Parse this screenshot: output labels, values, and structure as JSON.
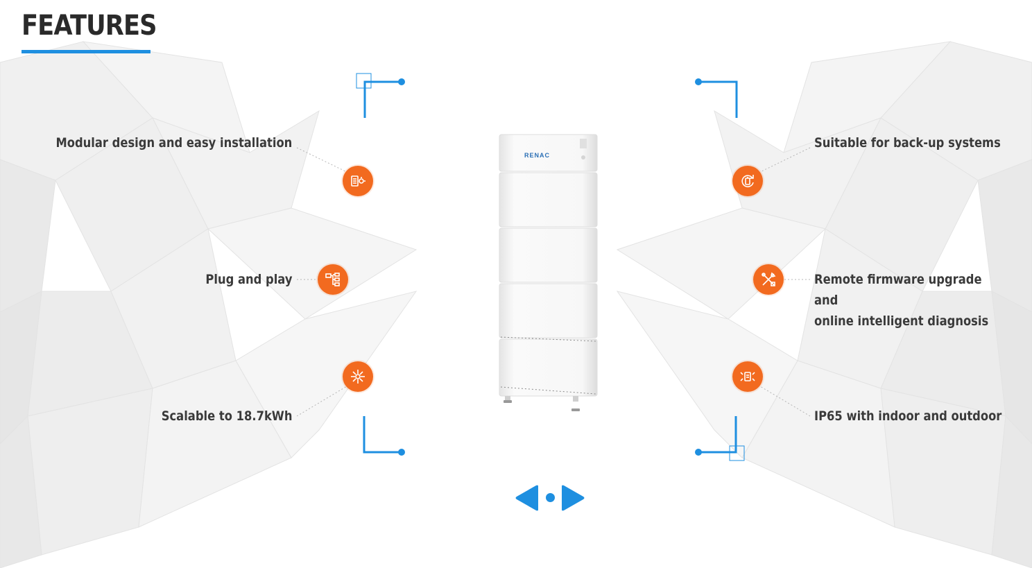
{
  "page": {
    "title": "FEATURES"
  },
  "product": {
    "brand": "RENAC"
  },
  "features": {
    "left": [
      {
        "label": "Modular design and easy installation",
        "icon": "installation-icon"
      },
      {
        "label": "Plug and play",
        "icon": "plug-and-play-icon"
      },
      {
        "label": "Scalable to 18.7kWh",
        "icon": "scalable-icon"
      }
    ],
    "right": [
      {
        "label": "Suitable for back-up systems",
        "icon": "backup-icon"
      },
      {
        "label": "Remote firmware upgrade and\nonline intelligent diagnosis",
        "icon": "remote-upgrade-icon"
      },
      {
        "label": "IP65 with indoor and outdoor",
        "icon": "ip65-icon"
      }
    ]
  },
  "colors": {
    "accent_blue": "#1e8fe0",
    "icon_orange": "#f26a1f",
    "text_dark": "#2a2a2a"
  },
  "navigation": {
    "prev": "prev-arrow-icon",
    "next": "next-arrow-icon"
  }
}
